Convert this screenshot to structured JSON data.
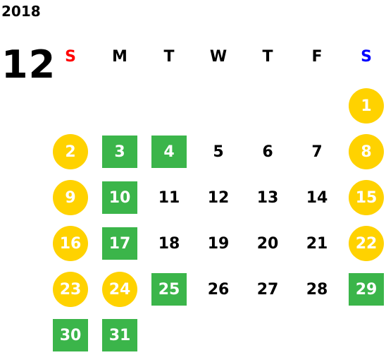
{
  "year": "2018",
  "month": "12",
  "weekdays": [
    "S",
    "M",
    "T",
    "W",
    "T",
    "F",
    "S"
  ],
  "colors": {
    "sunday": "#ff0000",
    "saturday": "#0000ff",
    "holiday": "#ffd200",
    "highlight": "#3bb54a"
  },
  "days": [
    {
      "d": "1",
      "style": "yellow"
    },
    {
      "d": "2",
      "style": "yellow"
    },
    {
      "d": "3",
      "style": "green"
    },
    {
      "d": "4",
      "style": "green"
    },
    {
      "d": "5",
      "style": ""
    },
    {
      "d": "6",
      "style": ""
    },
    {
      "d": "7",
      "style": ""
    },
    {
      "d": "8",
      "style": "yellow"
    },
    {
      "d": "9",
      "style": "yellow"
    },
    {
      "d": "10",
      "style": "green"
    },
    {
      "d": "11",
      "style": ""
    },
    {
      "d": "12",
      "style": ""
    },
    {
      "d": "13",
      "style": ""
    },
    {
      "d": "14",
      "style": ""
    },
    {
      "d": "15",
      "style": "yellow"
    },
    {
      "d": "16",
      "style": "yellow"
    },
    {
      "d": "17",
      "style": "green"
    },
    {
      "d": "18",
      "style": ""
    },
    {
      "d": "19",
      "style": ""
    },
    {
      "d": "20",
      "style": ""
    },
    {
      "d": "21",
      "style": ""
    },
    {
      "d": "22",
      "style": "yellow"
    },
    {
      "d": "23",
      "style": "yellow"
    },
    {
      "d": "24",
      "style": "yellow"
    },
    {
      "d": "25",
      "style": "green"
    },
    {
      "d": "26",
      "style": ""
    },
    {
      "d": "27",
      "style": ""
    },
    {
      "d": "28",
      "style": ""
    },
    {
      "d": "29",
      "style": "green"
    },
    {
      "d": "30",
      "style": "green"
    },
    {
      "d": "31",
      "style": "green"
    }
  ]
}
